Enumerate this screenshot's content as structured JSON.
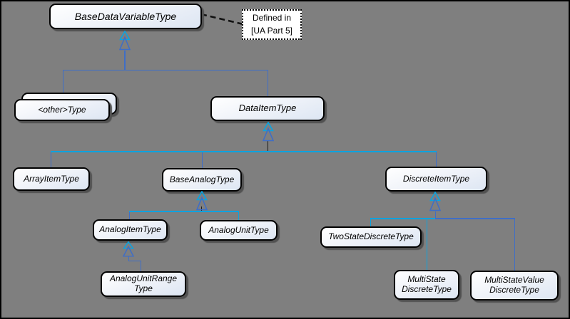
{
  "diagram": {
    "note": {
      "text": "Defined in\n[UA Part 5]"
    },
    "nodes": {
      "base_data_variable_type": {
        "label": "BaseDataVariableType"
      },
      "other_type": {
        "label": "<other>Type"
      },
      "data_item_type": {
        "label": "DataItemType"
      },
      "array_item_type": {
        "label": "ArrayItemType"
      },
      "base_analog_type": {
        "label": "BaseAnalogType"
      },
      "discrete_item_type": {
        "label": "DiscreteItemType"
      },
      "analog_item_type": {
        "label": "AnalogItemType"
      },
      "analog_unit_type": {
        "label": "AnalogUnitType"
      },
      "analog_unit_range_type": {
        "label": "AnalogUnitRange\nType"
      },
      "two_state_discrete_type": {
        "label": "TwoStateDiscreteType"
      },
      "multi_state_discrete_type": {
        "label": "MultiState\nDiscreteType"
      },
      "multi_state_value_discrete_type": {
        "label": "MultiStateValue\nDiscreteType"
      }
    },
    "edges": [
      {
        "from": "other_type",
        "to": "base_data_variable_type",
        "type": "generalization"
      },
      {
        "from": "data_item_type",
        "to": "base_data_variable_type",
        "type": "generalization"
      },
      {
        "from": "array_item_type",
        "to": "data_item_type",
        "type": "generalization"
      },
      {
        "from": "base_analog_type",
        "to": "data_item_type",
        "type": "generalization"
      },
      {
        "from": "discrete_item_type",
        "to": "data_item_type",
        "type": "generalization"
      },
      {
        "from": "analog_item_type",
        "to": "base_analog_type",
        "type": "generalization"
      },
      {
        "from": "analog_unit_type",
        "to": "base_analog_type",
        "type": "generalization"
      },
      {
        "from": "analog_unit_range_type",
        "to": "analog_item_type",
        "type": "generalization"
      },
      {
        "from": "two_state_discrete_type",
        "to": "discrete_item_type",
        "type": "generalization"
      },
      {
        "from": "multi_state_discrete_type",
        "to": "discrete_item_type",
        "type": "generalization"
      },
      {
        "from": "multi_state_value_discrete_type",
        "to": "discrete_item_type",
        "type": "generalization"
      },
      {
        "from": "base_data_variable_type",
        "to": "note",
        "type": "note-link"
      }
    ],
    "colors": {
      "background": "#7f7f7f",
      "connector_blue": "#3f6ec6",
      "connector_cyan": "#0ba3e0",
      "connector_dark": "#1a1a1a",
      "node_border": "#000000",
      "shadow": "#515151"
    }
  }
}
